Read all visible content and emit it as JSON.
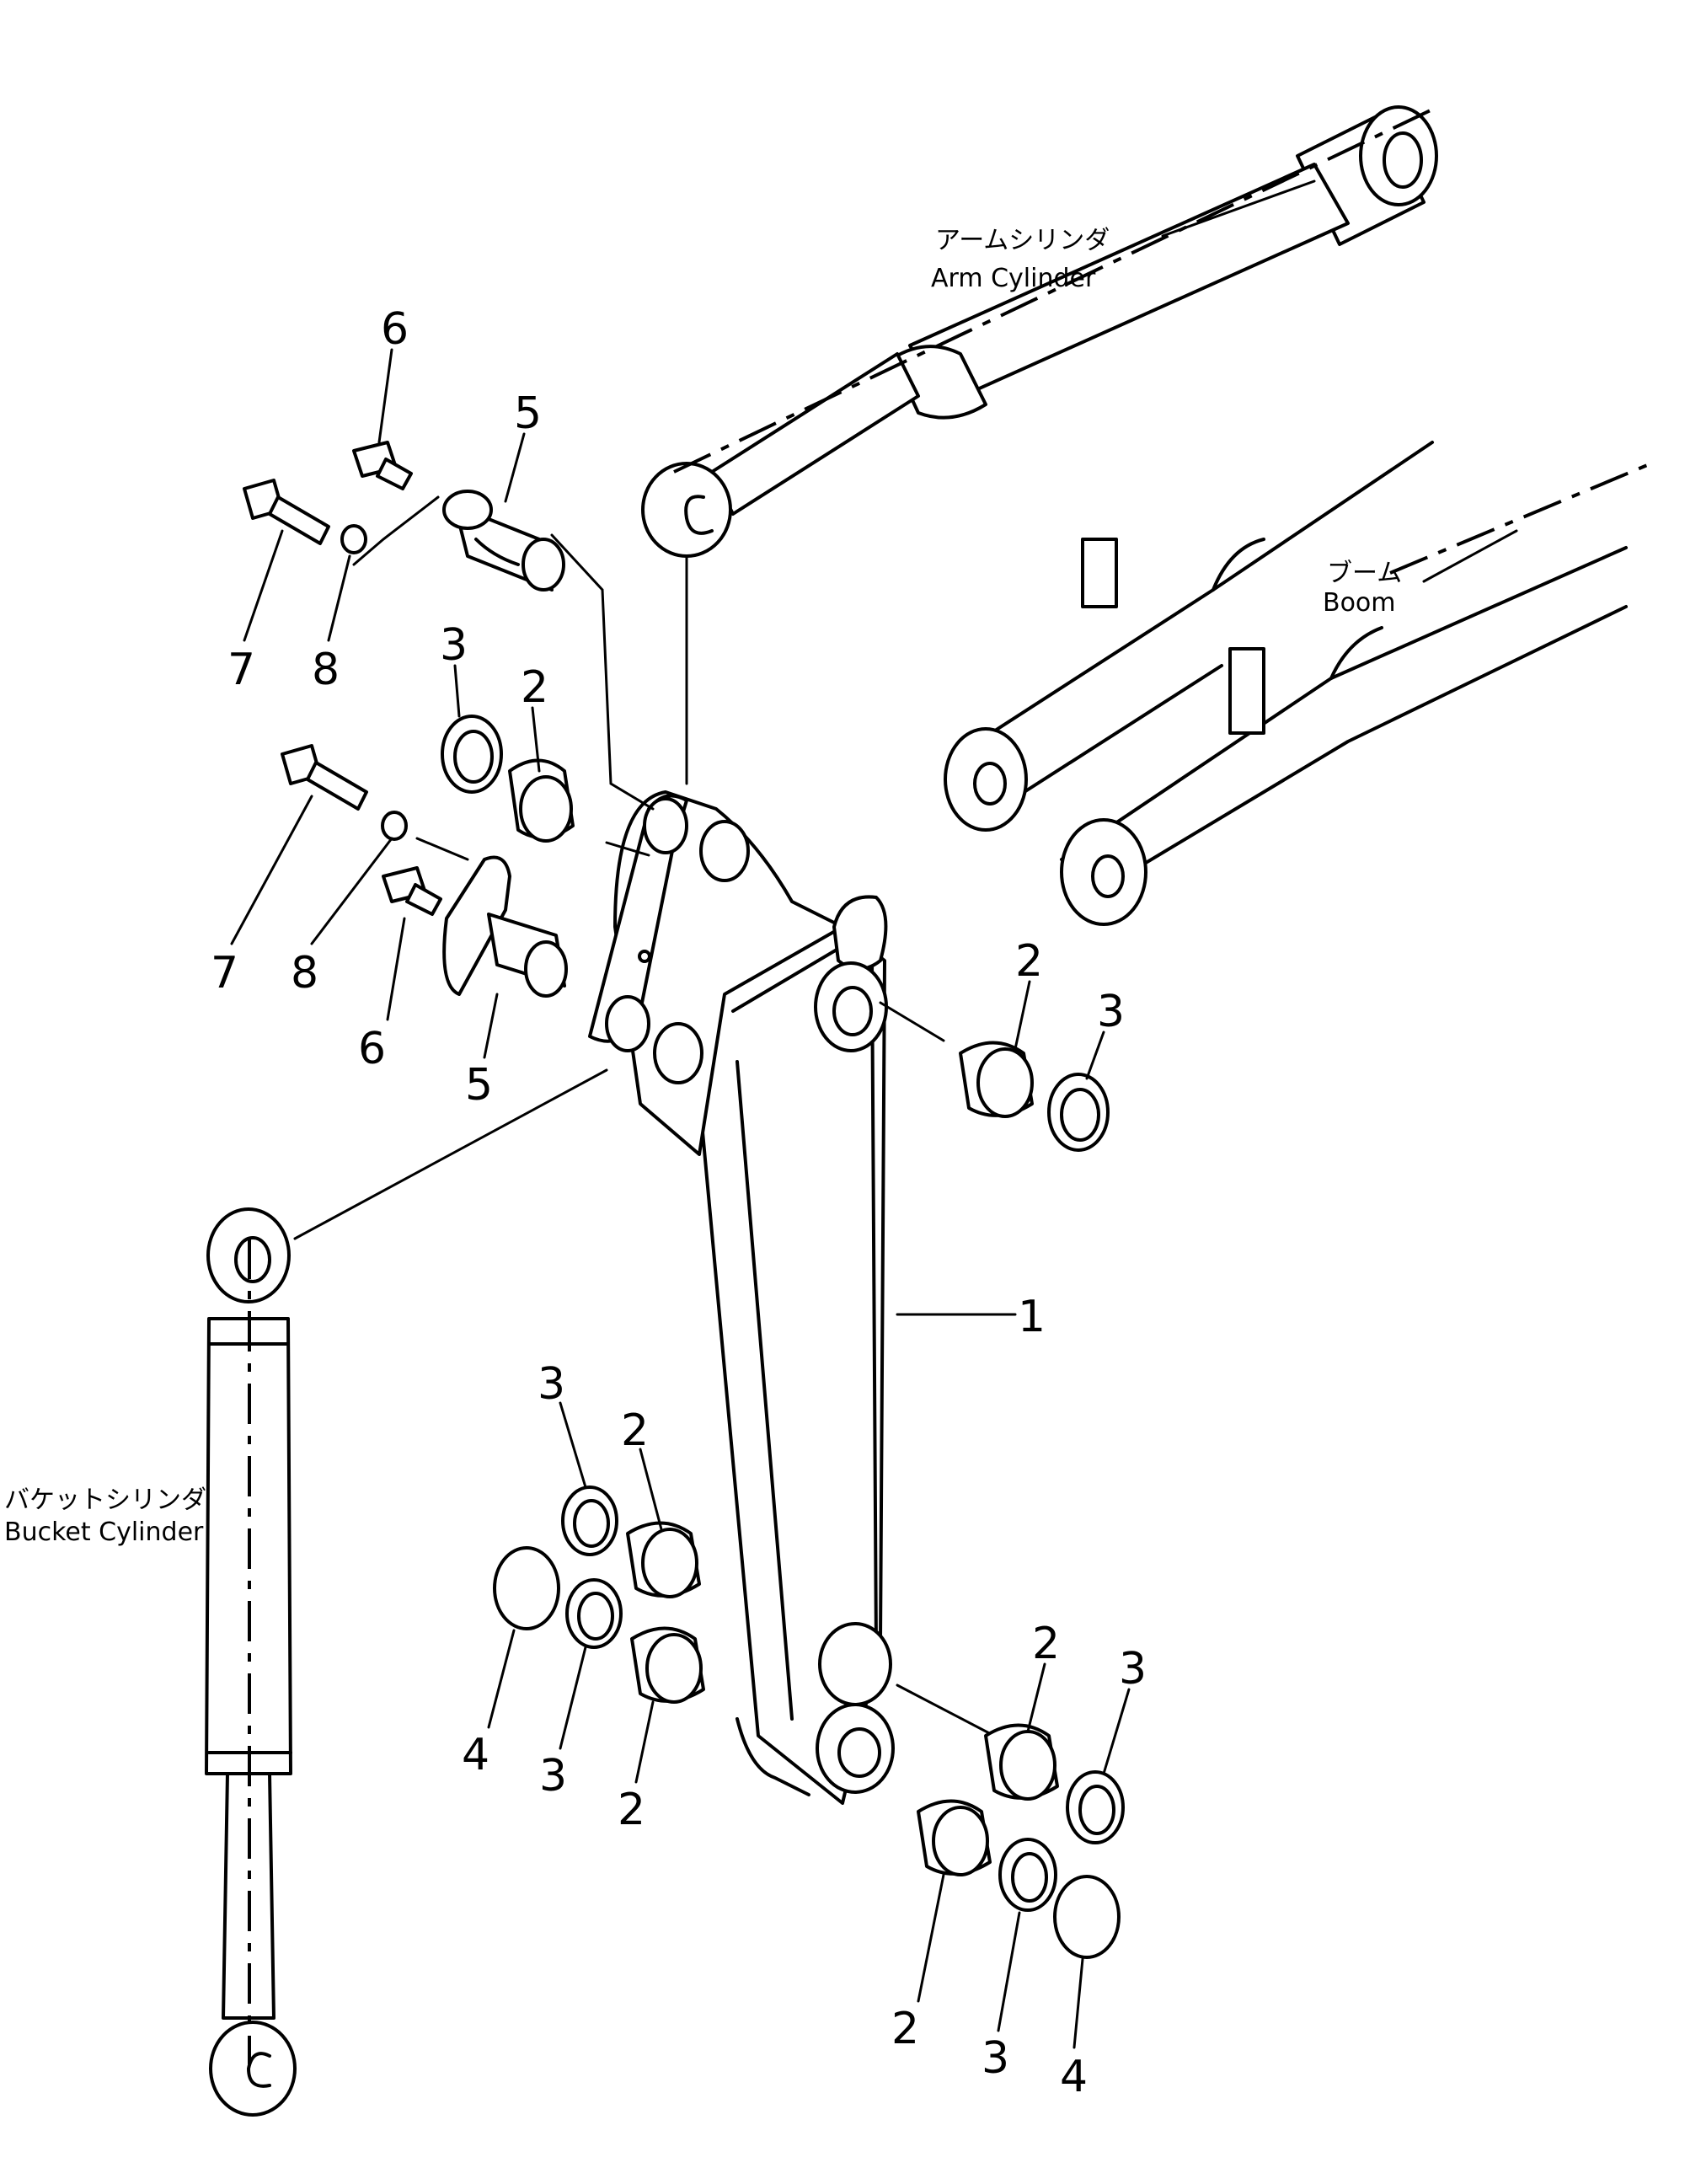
{
  "labels": {
    "arm_cylinder_jp": "アームシリンダ",
    "arm_cylinder_en": "Arm Cylinder",
    "boom_jp": "ブーム",
    "boom_en": "Boom",
    "bucket_cylinder_jp": "バケットシリンダ",
    "bucket_cylinder_en": "Bucket Cylinder"
  },
  "part_numbers": {
    "arm": "1",
    "bushing": "2",
    "seal": "3",
    "o_ring": "4",
    "pin": "5",
    "grease_fitting": "6",
    "bolt": "7",
    "washer": "8"
  }
}
